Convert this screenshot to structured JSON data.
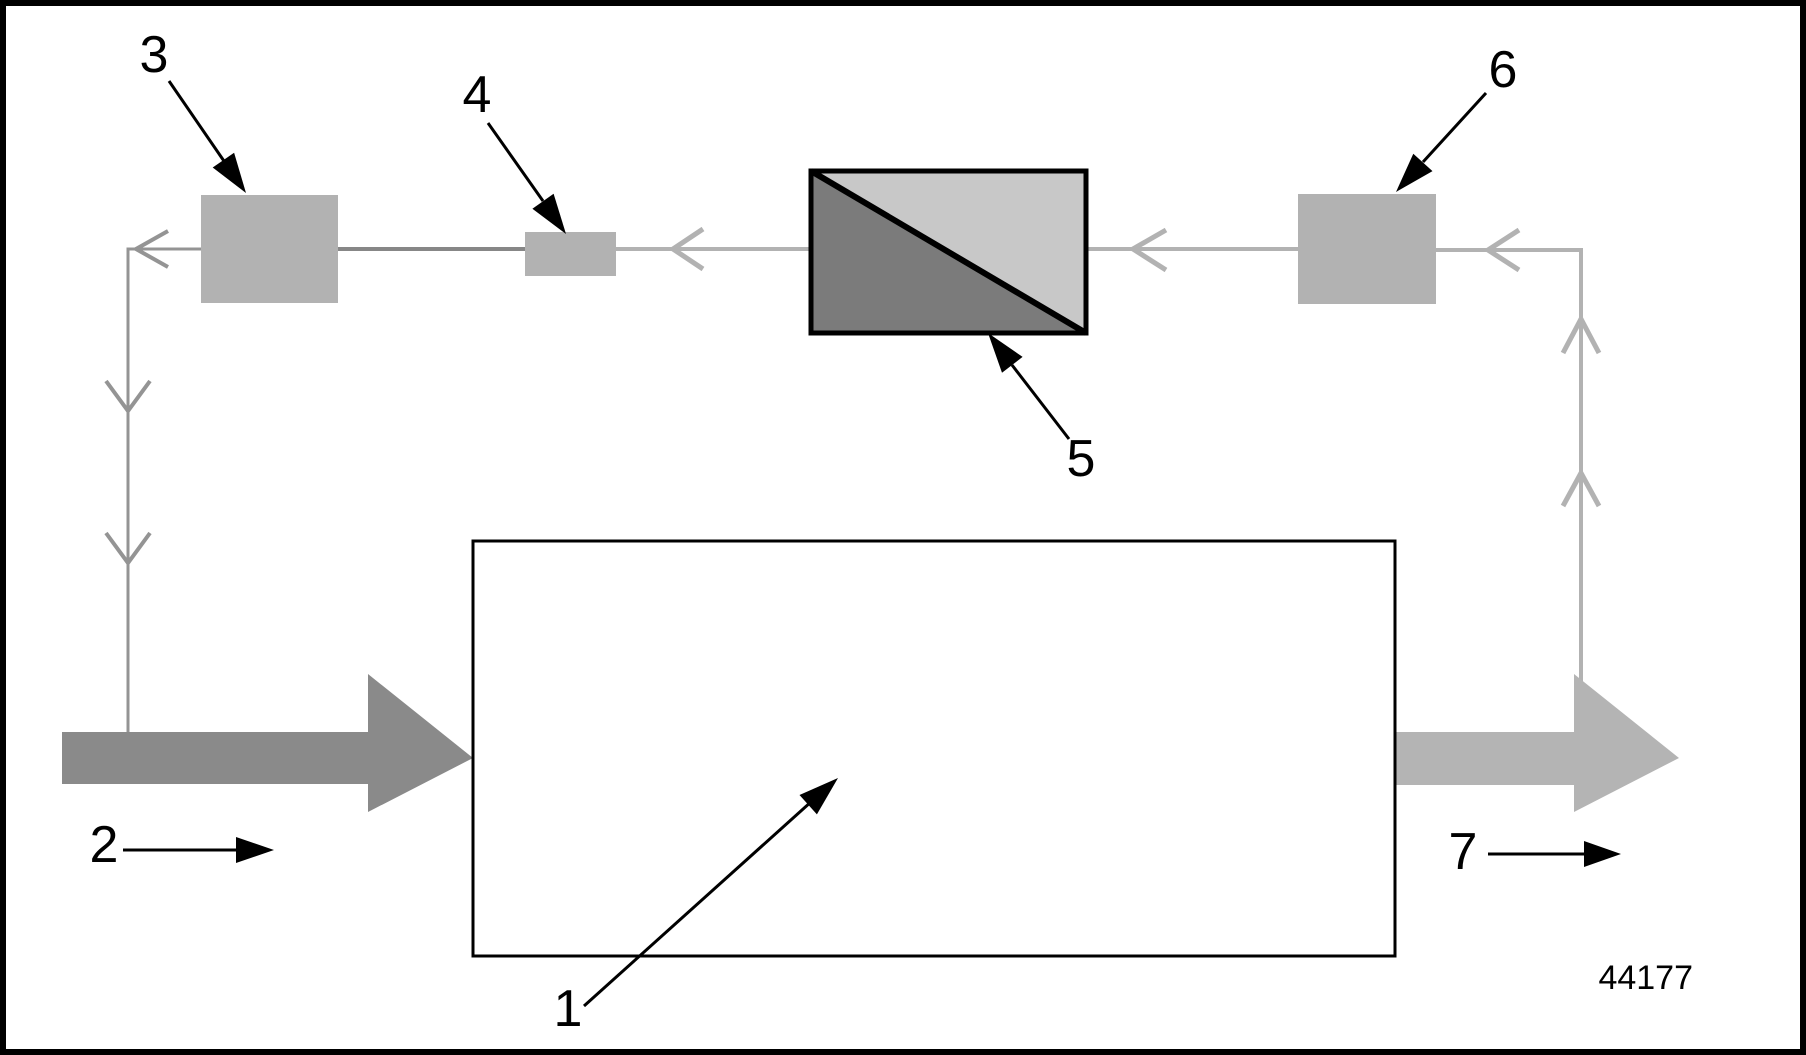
{
  "figure": {
    "figure_number": "44177",
    "callouts": [
      {
        "label": "1"
      },
      {
        "label": "2"
      },
      {
        "label": "3"
      },
      {
        "label": "4"
      },
      {
        "label": "5"
      },
      {
        "label": "6"
      },
      {
        "label": "7"
      }
    ]
  },
  "colors": {
    "background": "#ffffff",
    "frame": "#000000",
    "input_arrow": "#8a8a8a",
    "output_arrow": "#b4b4b4",
    "left_line": "#949494",
    "mid_line": "#878787",
    "light_line": "#b2b2b2",
    "component_fill": "#b2b2b2",
    "split_box_light": "#c8c8c8",
    "split_box_dark": "#7b7b7b"
  }
}
